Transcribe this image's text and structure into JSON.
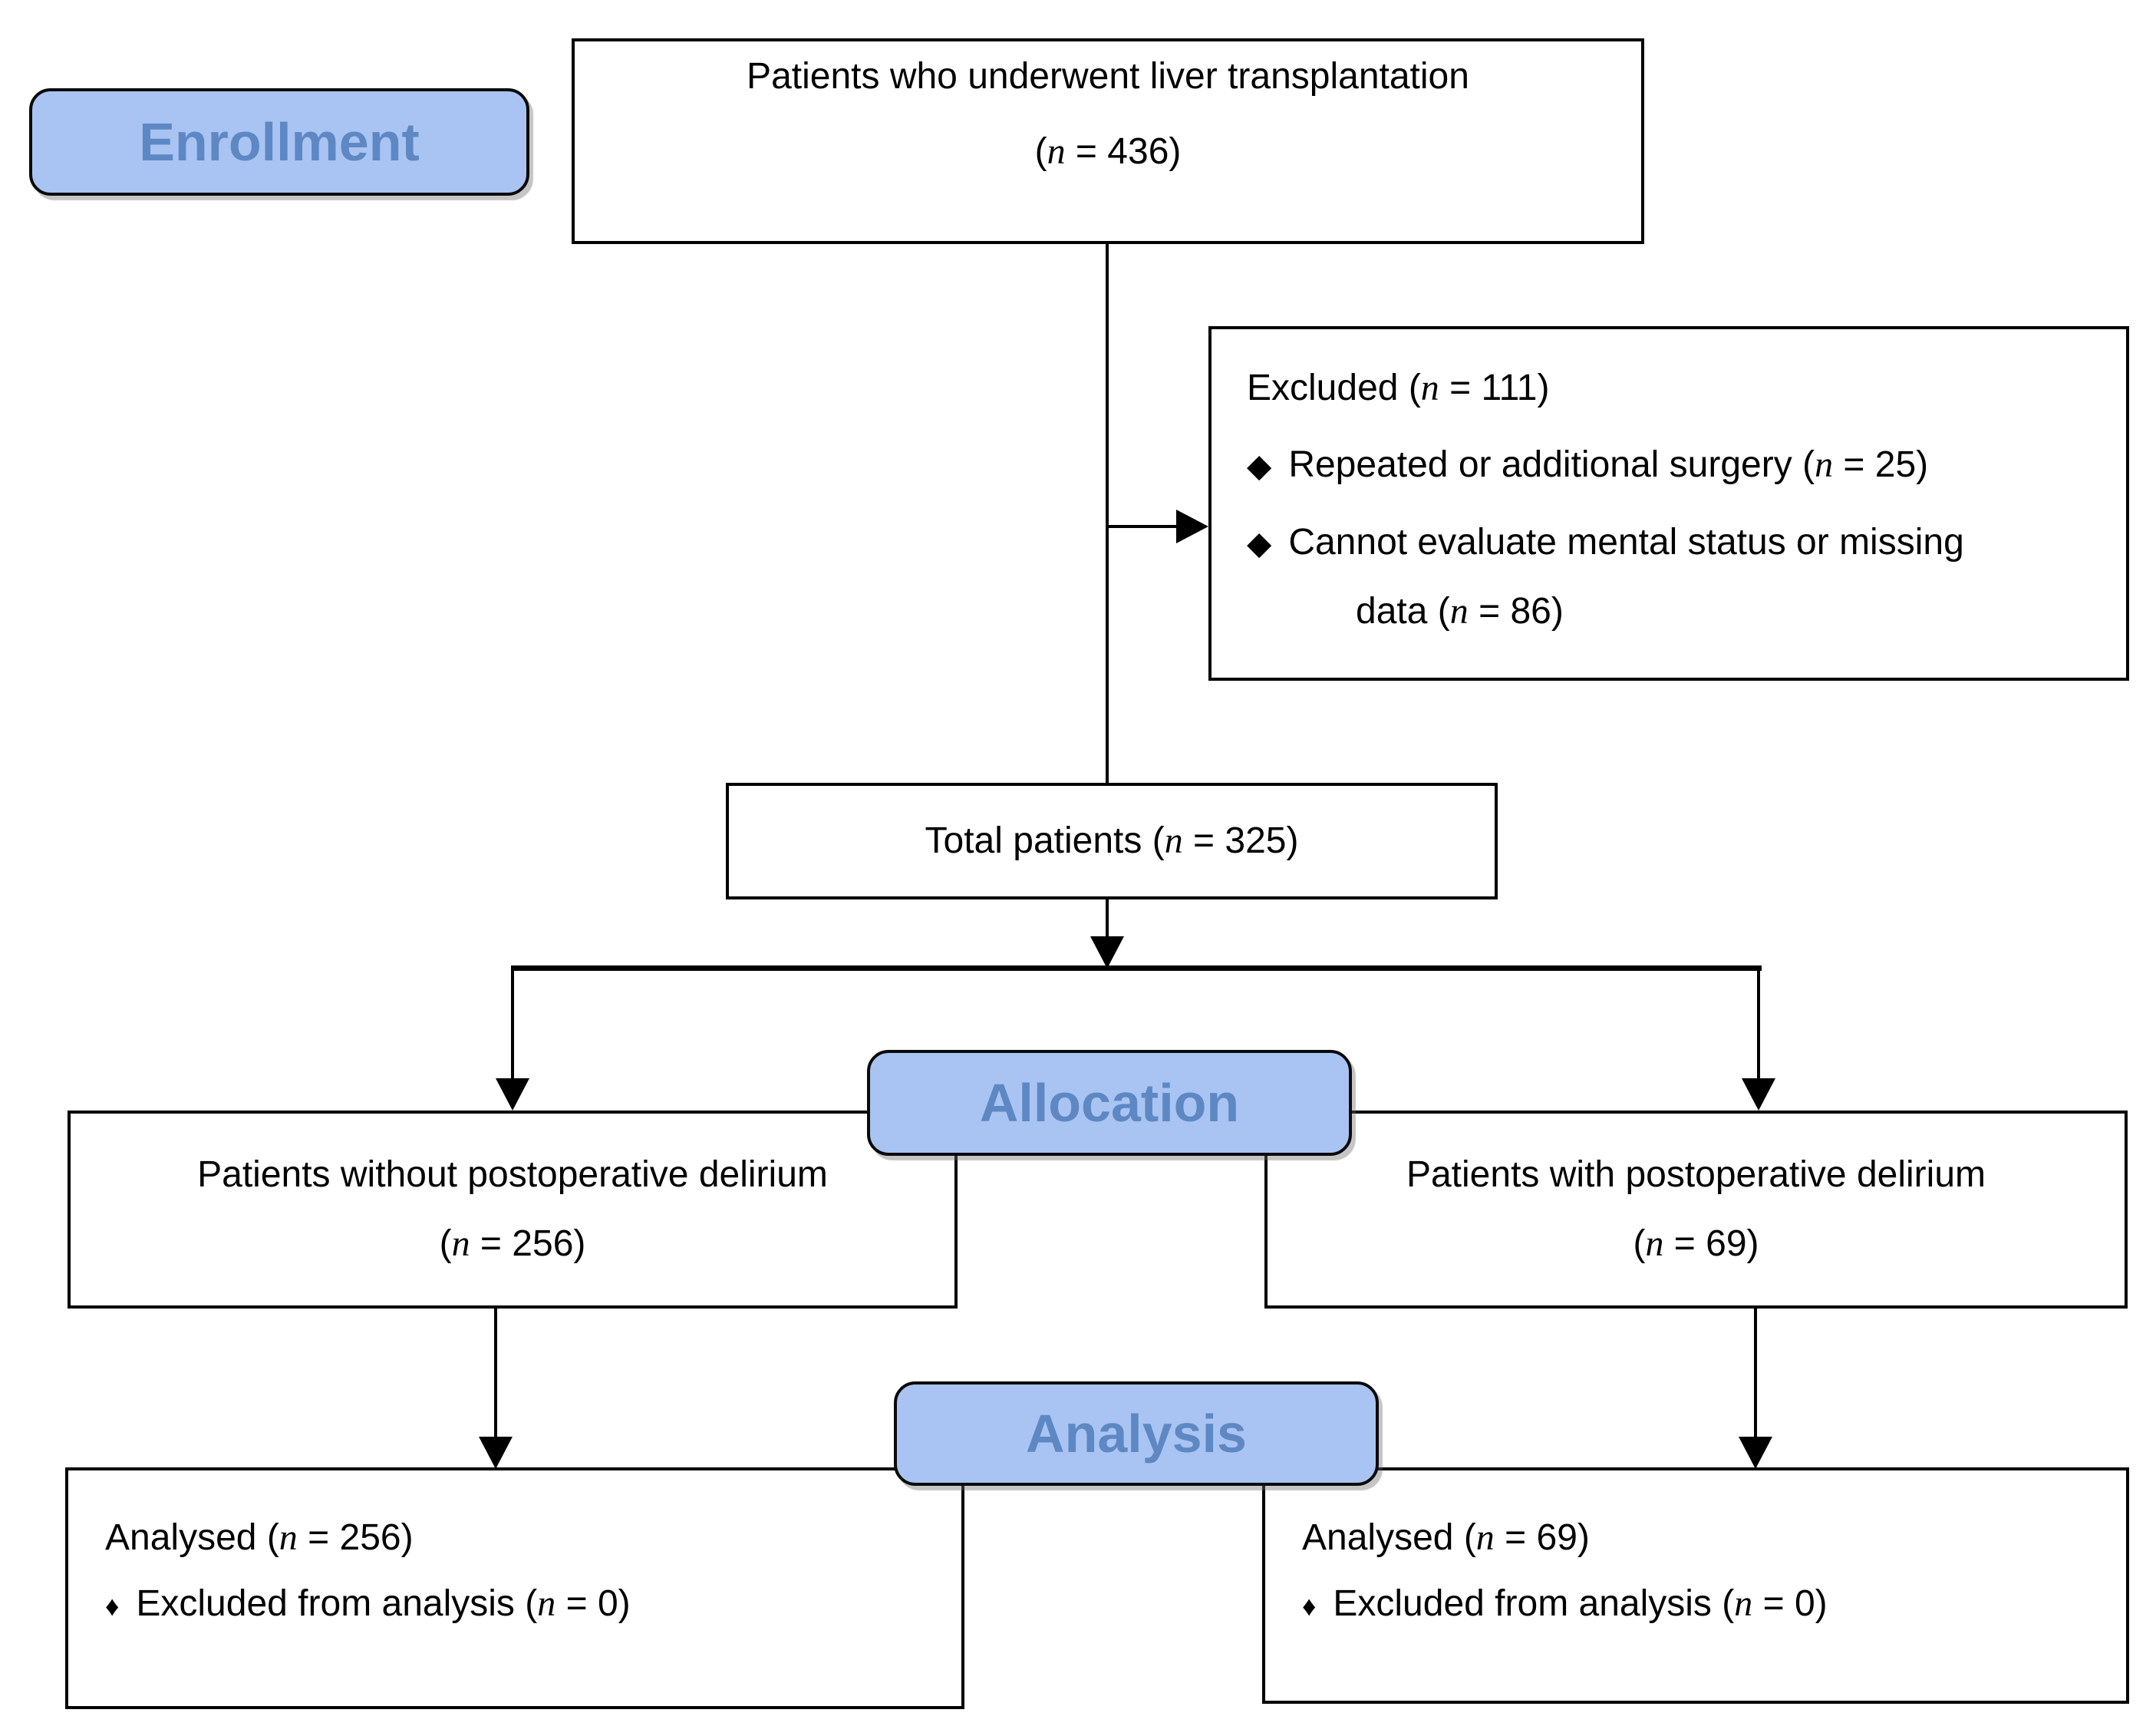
{
  "colors": {
    "pill_fill": "#a9c4f2",
    "pill_text": "#5e88c4",
    "ink": "#000000",
    "bg": "#ffffff"
  },
  "symbols": {
    "paren_open": "(",
    "n_var": "n",
    "equals": " = ",
    "paren_close": ")",
    "bullet_large": "◆",
    "bullet_small": "♦"
  },
  "stages": {
    "enrollment": "Enrollment",
    "allocation": "Allocation",
    "analysis": "Analysis"
  },
  "top_box": {
    "text": "Patients who underwent liver transplantation",
    "n": "436"
  },
  "excluded_box": {
    "title": "Excluded",
    "title_n": "111",
    "item1": {
      "text": "Repeated or additional surgery",
      "n": "25"
    },
    "item2": {
      "line1": "Cannot evaluate mental status or missing",
      "line2": "data",
      "n": "86"
    }
  },
  "total_box": {
    "text": "Total patients",
    "n": "325"
  },
  "alloc_left_box": {
    "text": "Patients without postoperative delirium",
    "n": "256"
  },
  "alloc_right_box": {
    "text": "Patients with postoperative delirium",
    "n": "69"
  },
  "analysis_left_box": {
    "title": "Analysed",
    "n": "256",
    "item": {
      "text": "Excluded from analysis",
      "n": "0"
    }
  },
  "analysis_right_box": {
    "title": "Analysed",
    "n": "69",
    "item": {
      "text": "Excluded from analysis",
      "n": "0"
    }
  }
}
